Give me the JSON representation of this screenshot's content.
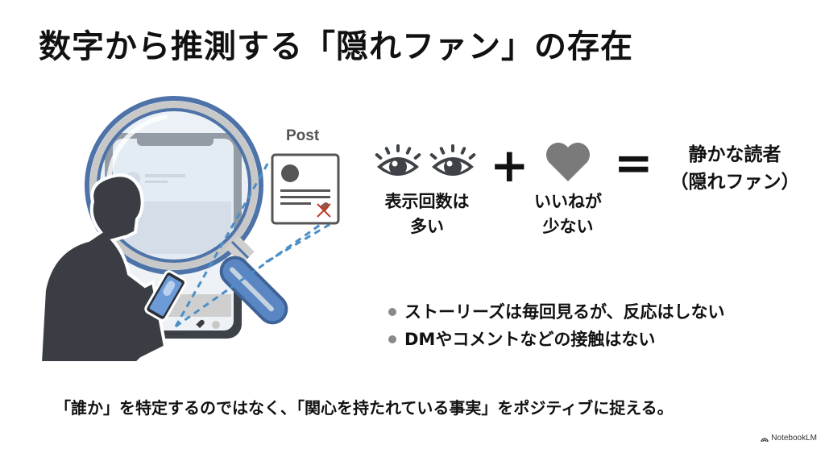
{
  "slide": {
    "title": "数字から推測する「隠れファン」の存在",
    "illustration": {
      "post_label": "Post",
      "colors": {
        "lens_ring": "#4e73a8",
        "lens_glass": "#dde8f3",
        "handle": "#5b86c4",
        "silhouette": "#3a3e44",
        "dashed_lines": "#4c8fc6",
        "post_card": "#555555",
        "post_x": "#c0392b"
      }
    },
    "equation": {
      "term1": {
        "icon": "eye-icon",
        "label": "表示回数は\n多い"
      },
      "plus": "+",
      "term2": {
        "icon": "heart-icon",
        "label": "いいねが\n少ない",
        "color": "#7a7a7a"
      },
      "equals": "=",
      "result": "静かな読者\n（隠れファン）"
    },
    "bullets": [
      "ストーリーズは毎回見るが、反応はしない",
      "DMやコメントなどの接触はない"
    ],
    "caption": "「誰か」を特定するのではなく、「関心を持たれている事実」をポジティブに捉える。",
    "brand": "NotebookLM"
  }
}
